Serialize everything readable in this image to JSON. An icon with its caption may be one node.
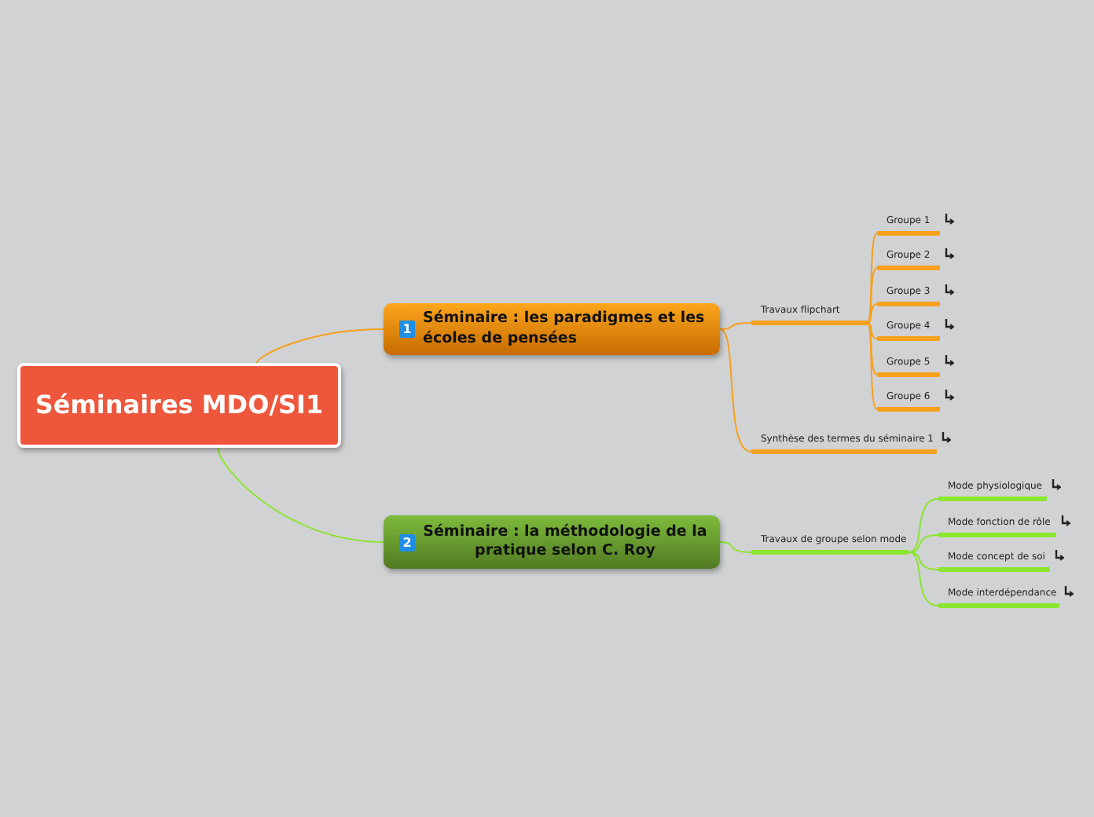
{
  "diagram": {
    "nodes": [
      {
        "text": [
          "Séminaires MDO/SI1"
        ]
      },
      {
        "text": [
          "1",
          "Séminaire : les paradigmes et les écoles de pensées"
        ]
      },
      {
        "text": [
          "Travaux flipchart"
        ]
      },
      {
        "text": [
          "Groupe 1"
        ]
      },
      {
        "text": [
          "Groupe 2"
        ]
      },
      {
        "text": [
          "Groupe 3"
        ]
      },
      {
        "text": [
          "Groupe 4"
        ]
      },
      {
        "text": [
          "Groupe 5"
        ]
      },
      {
        "text": [
          "Groupe 6"
        ]
      },
      {
        "text": [
          "Synthèse des termes du séminaire 1"
        ]
      },
      {
        "text": [
          "2",
          "Séminaire : la méthodologie de la pratique selon C. Roy"
        ]
      },
      {
        "text": [
          "Travaux de groupe selon mode"
        ]
      },
      {
        "text": [
          "Mode physiologique"
        ]
      },
      {
        "text": [
          "Mode fonction de rôle"
        ]
      },
      {
        "text": [
          "Mode concept de soi"
        ]
      },
      {
        "text": [
          "Mode interdépendance"
        ]
      }
    ],
    "edges": [
      {
        "from": 0,
        "to": 1,
        "arrow": "none"
      },
      {
        "from": 1,
        "to": 2,
        "arrow": "none"
      },
      {
        "from": 2,
        "to": 3,
        "arrow": "none"
      },
      {
        "from": 2,
        "to": 4,
        "arrow": "none"
      },
      {
        "from": 2,
        "to": 5,
        "arrow": "none"
      },
      {
        "from": 2,
        "to": 6,
        "arrow": "none"
      },
      {
        "from": 2,
        "to": 7,
        "arrow": "none"
      },
      {
        "from": 2,
        "to": 8,
        "arrow": "none"
      },
      {
        "from": 1,
        "to": 9,
        "arrow": "none"
      },
      {
        "from": 0,
        "to": 10,
        "arrow": "none",
        "color": "#8ae62e"
      },
      {
        "from": 10,
        "to": 11,
        "arrow": "none",
        "color": "#8ae62e"
      },
      {
        "from": 11,
        "to": 12,
        "arrow": "none",
        "color": "#8ae62e"
      },
      {
        "from": 11,
        "to": 13,
        "arrow": "none",
        "color": "#8ae62e"
      },
      {
        "from": 11,
        "to": 14,
        "arrow": "none",
        "color": "#8ae62e"
      },
      {
        "from": 11,
        "to": 15,
        "arrow": "none",
        "color": "#8ae62e"
      }
    ]
  }
}
